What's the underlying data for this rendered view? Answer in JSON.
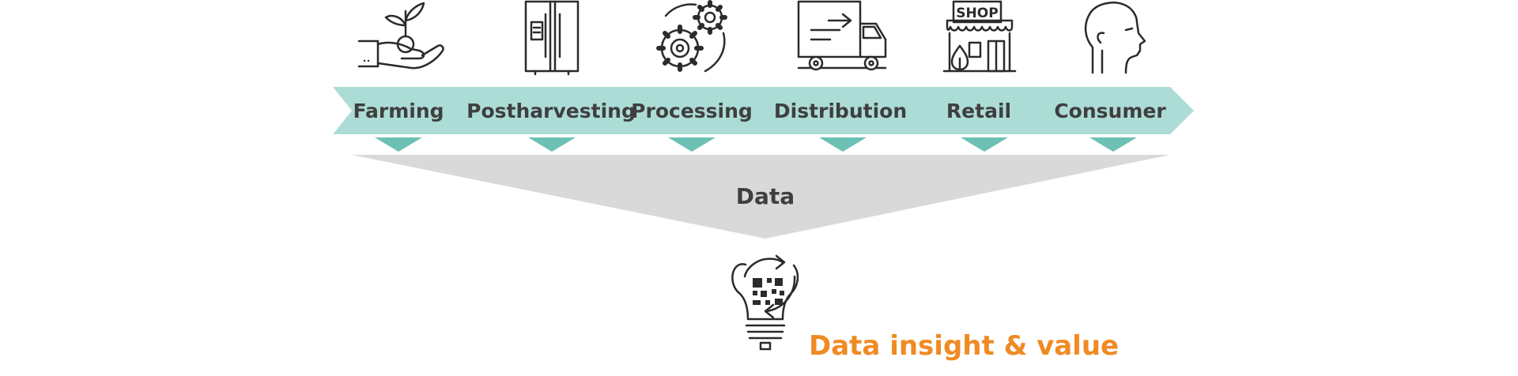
{
  "stages": [
    {
      "label": "Farming",
      "icon": "plant-in-hand-icon"
    },
    {
      "label": "Postharvesting",
      "icon": "refrigerator-icon"
    },
    {
      "label": "Processing",
      "icon": "gears-icon"
    },
    {
      "label": "Distribution",
      "icon": "delivery-truck-icon"
    },
    {
      "label": "Retail",
      "icon": "shop-storefront-icon"
    },
    {
      "label": "Consumer",
      "icon": "person-head-icon"
    }
  ],
  "shop_sign": "SHOP",
  "funnel_label": "Data",
  "result": {
    "label": "Data insight & value",
    "icon": "lightbulb-qr-icon"
  },
  "colors": {
    "arrow_band": "#acdcd6",
    "marker": "#6cc1b4",
    "funnel": "#d9d9d9",
    "text": "#3f3f3f",
    "accent": "#f08a24",
    "icon_stroke": "#2b2b2b"
  }
}
